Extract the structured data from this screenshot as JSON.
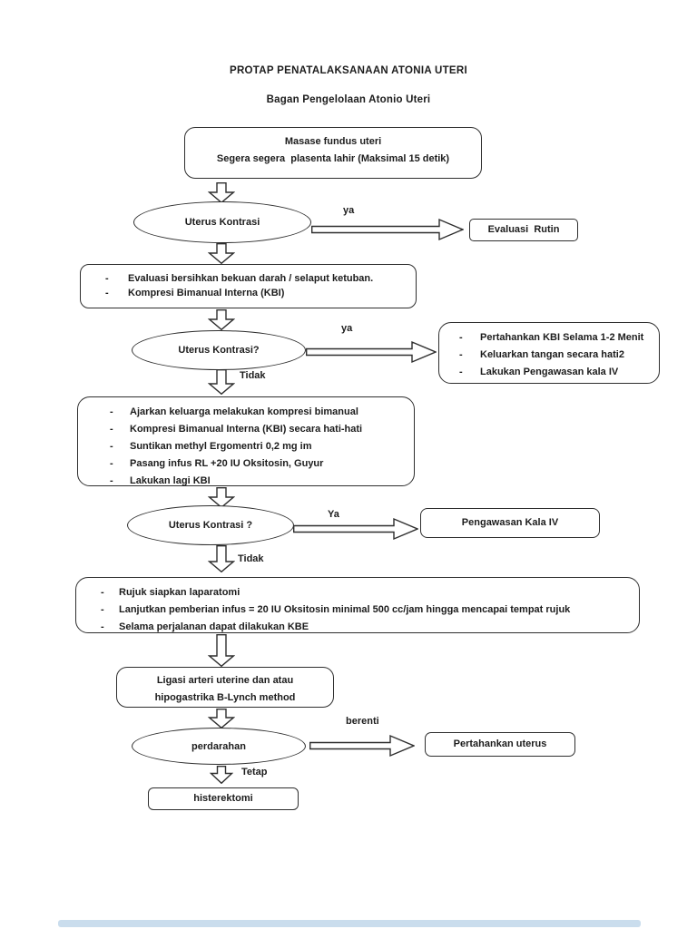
{
  "header": {
    "title": "PROTAP PENATALAKSANAAN ATONIA UTERI",
    "subtitle": "Bagan Pengelolaan Atonio Uteri"
  },
  "marker": "-",
  "nodes": {
    "start": {
      "line1": "Masase fundus uteri",
      "line2": "Segera segera  plasenta lahir (Maksimal 15 detik)"
    },
    "decision1": {
      "label": "Uterus Kontrasi"
    },
    "evaluasi_rutin": {
      "label": "Evaluasi  Rutin"
    },
    "action1": {
      "items": [
        "Evaluasi bersihkan bekuan darah / selaput ketuban.",
        "Kompresi Bimanual Interna (KBI)"
      ]
    },
    "decision2": {
      "label": "Uterus Kontrasi?"
    },
    "kbi_berhasil": {
      "items": [
        "Pertahankan KBI Selama 1-2 Menit",
        "Keluarkan tangan secara hati2",
        "Lakukan Pengawasan kala IV"
      ]
    },
    "action2": {
      "items": [
        "Ajarkan keluarga melakukan kompresi bimanual",
        "Kompresi Bimanual Interna (KBI) secara hati-hati",
        "Suntikan methyl Ergomentri 0,2 mg im",
        "Pasang infus RL +20 IU Oksitosin, Guyur",
        "Lakukan lagi KBI"
      ]
    },
    "decision3": {
      "label": "Uterus Kontrasi ?"
    },
    "kala4": {
      "label": "Pengawasan Kala IV"
    },
    "action3": {
      "items": [
        "Rujuk siapkan laparatomi",
        "Lanjutkan pemberian infus = 20 IU Oksitosin minimal 500 cc/jam hingga mencapai tempat rujuk",
        "Selama perjalanan dapat dilakukan KBE"
      ]
    },
    "ligasi": {
      "line1": "Ligasi arteri uterine dan atau",
      "line2": "hipogastrika B-Lynch method"
    },
    "decision4": {
      "label": "perdarahan"
    },
    "pertahankan": {
      "label": "Pertahankan uterus"
    },
    "histerektomi": {
      "label": "histerektomi"
    }
  },
  "edges": {
    "d1_yes": "ya",
    "d2_yes": "ya",
    "d2_no": "Tidak",
    "d3_yes": "Ya",
    "d3_no": "Tidak",
    "d4_stop": "berenti",
    "d4_continue": "Tetap"
  },
  "colors": {
    "line": "#2e2e2e",
    "footer_bar": "#cadded"
  }
}
